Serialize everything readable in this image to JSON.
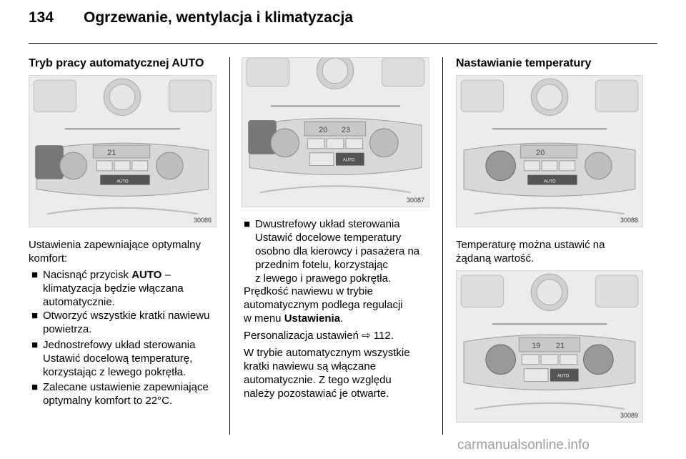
{
  "header": {
    "page_number": "134",
    "title": "Ogrzewanie, wentylacja i klimatyzacja"
  },
  "col1": {
    "heading": "Tryb pracy automatycznej AUTO",
    "figure_number": "30086",
    "display_text": "21",
    "button_label": "AUTO",
    "intro_line1": "Ustawienia zapewniające optymalny",
    "intro_line2": "komfort:",
    "bullet_glyph": "■",
    "b1_pre": "Nacisnąć przycisk ",
    "b1_bold": "AUTO",
    "b1_post": " –",
    "b1_line2": "klimatyzacja będzie włączana",
    "b1_line3": "automatycznie.",
    "b2_line1": "Otworzyć wszystkie kratki nawiewu",
    "b2_line2": "powietrza.",
    "b3_line1": "Jednostrefowy układ sterowania",
    "b3_line2": "Ustawić docelową temperaturę,",
    "b3_line3": "korzystając z lewego pokrętła.",
    "b4_line1": "Zalecane ustawienie zapewniające",
    "b4_line2": "optymalny komfort to 22°C."
  },
  "col2": {
    "figure_number": "30087",
    "display_left": "20",
    "display_right": "23",
    "button_label": "AUTO",
    "bullet_glyph": "■",
    "b1_line1": "Dwustrefowy układ sterowania",
    "b1_line2": "Ustawić docelowe temperatury",
    "b1_line3": "osobno dla kierowcy i pasażera na",
    "b1_line4": "przednim fotelu, korzystając",
    "b1_line5": "z lewego i prawego pokrętła.",
    "p1_line1": "Prędkość nawiewu w trybie",
    "p1_line2": "automatycznym podlega regulacji",
    "p1_line3_pre": "w menu ",
    "p1_line3_bold": "Ustawienia",
    "p1_line3_post": ".",
    "p2_pre": "Personalizacja ustawień ",
    "p2_arrow": "⇨",
    "p2_post": " 112.",
    "p3_line1": "W trybie automatycznym wszystkie",
    "p3_line2": "kratki nawiewu są włączane",
    "p3_line3": "automatycznie. Z tego względu",
    "p3_line4": "należy pozostawiać je otwarte."
  },
  "col3": {
    "heading": "Nastawianie temperatury",
    "figure1_number": "30088",
    "figure1_display": "20",
    "figure1_button": "AUTO",
    "text_line1": "Temperaturę można ustawić na",
    "text_line2": "żądaną wartość.",
    "figure2_number": "30089",
    "figure2_display_left": "19",
    "figure2_display_right": "21",
    "figure2_button": "AUTO"
  },
  "watermark": "carmanualsonline.info",
  "colors": {
    "figure_bg": "#ececec",
    "panel": "#d8d8d8",
    "knob": "#bdbdbd",
    "dark_button": "#555555",
    "watermark": "#9e9e9e"
  }
}
